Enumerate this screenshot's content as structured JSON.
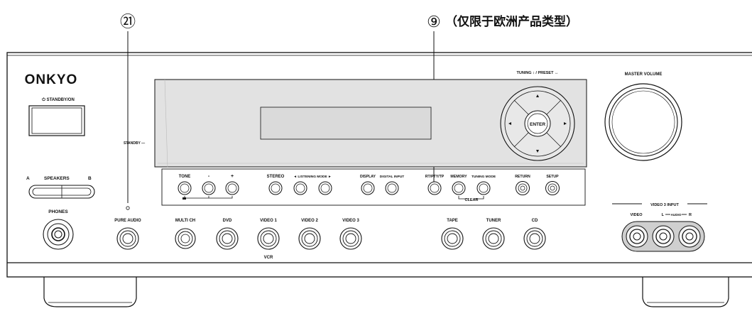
{
  "callouts": {
    "left_number": "㉑",
    "right_number": "⑨",
    "right_note": "（仅限于欧洲产品类型）"
  },
  "panel": {
    "brand": "ONKYO",
    "standby_on": "⏻ STANDBY/ON",
    "speakers_a": "A",
    "speakers_label": "SPEAKERS",
    "speakers_b": "B",
    "phones": "PHONES",
    "standby_indicator": "STANDBY —",
    "tuning_preset": "TUNING ↕ / PRESET ↔",
    "enter": "ENTER",
    "master_volume": "MASTER VOLUME",
    "video3_input": "VIDEO 3 INPUT",
    "video3_video": "VIDEO",
    "video3_l": "L",
    "video3_audio": "AUDIO",
    "video3_r": "R"
  },
  "upper_buttons": {
    "tone": "TONE",
    "minus": "-",
    "plus": "+",
    "stereo": "STEREO",
    "listening_mode": "◄ LISTENING MODE ►",
    "display": "DISPLAY",
    "digital_input": "DIGITAL INPUT",
    "rt_pty_tp": "RT/PTY/TP",
    "memory": "MEMORY",
    "tuning_mode": "TUNING MODE",
    "clear": "CLEAR",
    "return": "RETURN",
    "setup": "SETUP"
  },
  "lower_buttons": {
    "pure_audio": "PURE AUDIO",
    "multi_ch": "MULTI CH",
    "dvd": "DVD",
    "video1": "VIDEO 1",
    "vcr": "VCR",
    "video2": "VIDEO 2",
    "video3": "VIDEO 3",
    "tape": "TAPE",
    "tuner": "TUNER",
    "cd": "CD"
  }
}
